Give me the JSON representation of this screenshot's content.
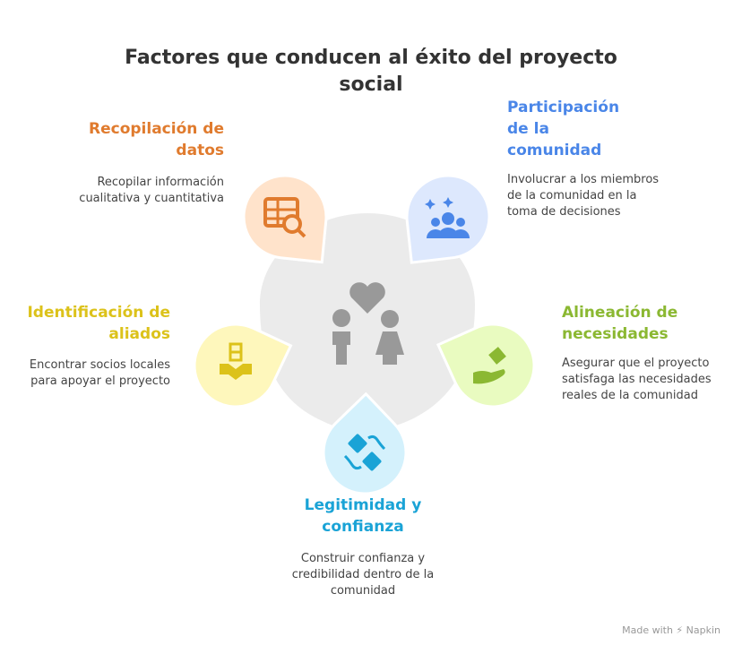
{
  "title": "Factores que conducen al éxito del proyecto social",
  "colors": {
    "orange": "#E07B2E",
    "blue": "#4A86E8",
    "yellow": "#DCC21A",
    "green": "#8BB832",
    "cyan": "#1AA3D6",
    "center": "#EBEBEB"
  },
  "items": [
    {
      "heading": "Recopilación de datos",
      "desc": "Recopilar información cualitativa y cuantitativa",
      "icon": "table-search-icon"
    },
    {
      "heading": "Participación de la comunidad",
      "desc": "Involucrar a los miembros de la comunidad en la toma de decisiones",
      "icon": "community-icon"
    },
    {
      "heading": "Alineación de necesidades",
      "desc": "Asegurar que el proyecto satisfaga las necesidades reales de la comunidad",
      "icon": "hand-puzzle-icon"
    },
    {
      "heading": "Legitimidad y confianza",
      "desc": "Construir confianza y credibilidad dentro de la comunidad",
      "icon": "handshake-icon"
    },
    {
      "heading": "Identificación de aliados",
      "desc": "Encontrar socios locales para apoyar el proyecto",
      "icon": "building-handshake-icon"
    }
  ],
  "center_icon": "couple-heart-icon",
  "footer": "Made with ⚡ Napkin"
}
